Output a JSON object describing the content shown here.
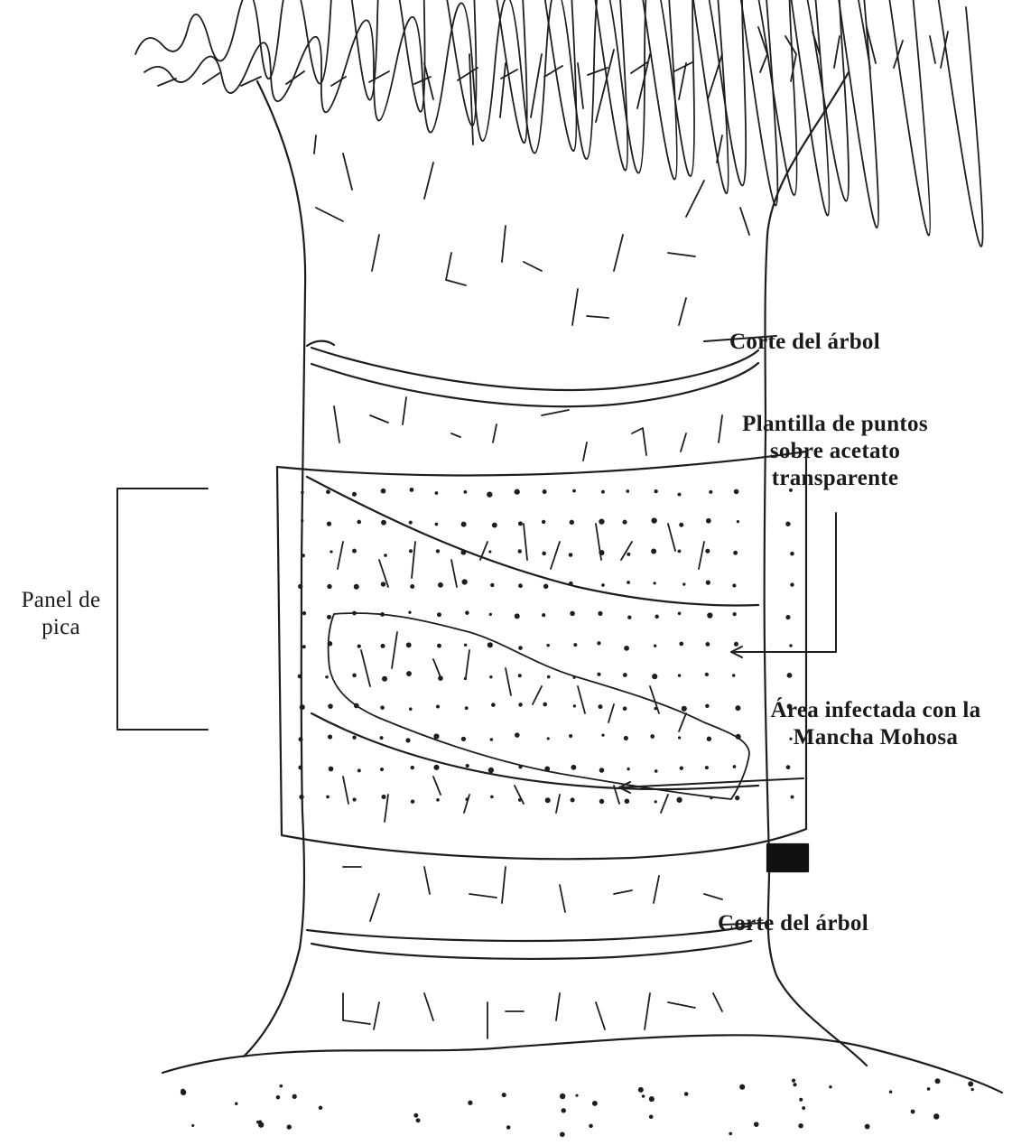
{
  "labels": {
    "corte_top": "Corte del árbol",
    "plantilla": [
      "Plantilla de puntos",
      "sobre acetato",
      "transparente"
    ],
    "panel": [
      "Panel de",
      "pica"
    ],
    "area": [
      "Área infectada con la",
      "Mancha Mohosa"
    ],
    "corte_bottom": "Corte del árbol"
  }
}
